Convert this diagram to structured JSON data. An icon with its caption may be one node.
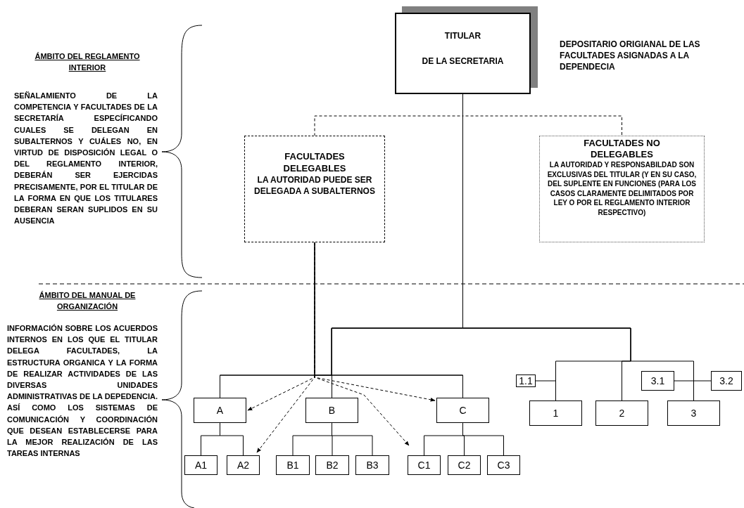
{
  "diagram": {
    "nodes": [
      {
        "text": [
          "TITULAR",
          "DE LA SECRETARIA"
        ],
        "beside": [
          "DEPOSITARIO ORIGIANAL DE LAS FACULTADES ASIGNADAS A LA DEPENDECIA"
        ]
      },
      {
        "text": [
          "FACULTADES DELEGABLES",
          "LA AUTORIDAD PUEDE SER DELEGADA A SUBALTERNOS"
        ]
      },
      {
        "text": [
          "FACULTADES NO DELEGABLES",
          "LA AUTORIDAD Y RESPONSABILDAD SON EXCLUSIVAS DEL TITULAR (Y EN SU CASO, DEL SUPLENTE EN FUNCIONES (PARA LOS CASOS CLARAMENTE DELIMITADOS POR LEY O POR EL REGLAMENTO INTERIOR RESPECTIVO)"
        ]
      },
      {
        "text": [
          "A"
        ]
      },
      {
        "text": [
          "B"
        ]
      },
      {
        "text": [
          "C"
        ]
      },
      {
        "text": [
          "1.1"
        ]
      },
      {
        "text": [
          "3.1"
        ]
      },
      {
        "text": [
          "3.2"
        ]
      },
      {
        "text": [
          "1"
        ]
      },
      {
        "text": [
          "2"
        ]
      },
      {
        "text": [
          "3"
        ]
      },
      {
        "text": [
          "A1"
        ]
      },
      {
        "text": [
          "A2"
        ]
      },
      {
        "text": [
          "B1"
        ]
      },
      {
        "text": [
          "B2"
        ]
      },
      {
        "text": [
          "B3"
        ]
      },
      {
        "text": [
          "C1"
        ]
      },
      {
        "text": [
          "C2"
        ]
      },
      {
        "text": [
          "C3"
        ]
      }
    ],
    "edges": [
      {
        "from": 0,
        "to": 1,
        "arrow": "none",
        "style": "dashed"
      },
      {
        "from": 0,
        "to": 2,
        "arrow": "none",
        "style": "dashed"
      },
      {
        "from": 0,
        "to": 3,
        "arrow": "none"
      },
      {
        "from": 0,
        "to": 4,
        "arrow": "none"
      },
      {
        "from": 0,
        "to": 5,
        "arrow": "none"
      },
      {
        "from": 0,
        "to": 9,
        "arrow": "none"
      },
      {
        "from": 0,
        "to": 10,
        "arrow": "none"
      },
      {
        "from": 0,
        "to": 11,
        "arrow": "none"
      },
      {
        "from": 1,
        "to": 3,
        "arrow": "none"
      },
      {
        "from": 1,
        "to": 4,
        "arrow": "none"
      },
      {
        "from": 1,
        "to": 5,
        "arrow": "none"
      },
      {
        "from": 1,
        "to": 3,
        "arrow": "to",
        "style": "dashed"
      },
      {
        "from": 1,
        "to": 13,
        "arrow": "to",
        "style": "dashed"
      },
      {
        "from": 1,
        "to": 5,
        "arrow": "to",
        "style": "dashed"
      },
      {
        "from": 1,
        "to": 17,
        "arrow": "to",
        "style": "dashed"
      },
      {
        "from": 3,
        "to": 12,
        "arrow": "none"
      },
      {
        "from": 3,
        "to": 13,
        "arrow": "none"
      },
      {
        "from": 4,
        "to": 14,
        "arrow": "none"
      },
      {
        "from": 4,
        "to": 15,
        "arrow": "none"
      },
      {
        "from": 4,
        "to": 16,
        "arrow": "none"
      },
      {
        "from": 5,
        "to": 17,
        "arrow": "none"
      },
      {
        "from": 5,
        "to": 18,
        "arrow": "none"
      },
      {
        "from": 5,
        "to": 19,
        "arrow": "none"
      },
      {
        "from": 6,
        "to": 9,
        "arrow": "none"
      },
      {
        "from": 7,
        "to": 11,
        "arrow": "none"
      },
      {
        "from": 8,
        "to": 11,
        "arrow": "none"
      }
    ],
    "labels": [
      "ÁMBITO DEL REGLAMENTO INTERIOR",
      "SEÑALAMIENTO DE LA COMPETENCIA Y FACULTADES DE LA SECRETARÍA ESPECÍFICANDO CUALES SE DELEGAN EN SUBALTERNOS Y CUÁLES NO, EN VIRTUD DE DISPOSICIÓN LEGAL O DEL REGLAMENTO INTERIOR, DEBERÁN SER EJERCIDAS PRECISAMENTE, POR EL TITULAR DE LA FORMA EN QUE LOS TITULARES DEBERAN SERAN SUPLIDOS EN SU AUSENCIA",
      "ÁMBITO DEL MANUAL DE ORGANIZACIÓN",
      "INFORMACIÓN SOBRE LOS ACUERDOS INTERNOS EN LOS QUE EL TITULAR DELEGA FACULTADES, LA ESTRUCTURA ORGANICA Y LA FORMA DE REALIZAR ACTIVIDADES DE LAS DIVERSAS UNIDADES ADMINISTRATIVAS DE LA DEPEDENCIA. ASÍ COMO LOS SISTEMAS DE COMUNICACIÓN Y COORDINACIÓN QUE DESEAN ESTABLECERSE PARA LA MEJOR REALIZACIÓN DE LAS TAREAS INTERNAS"
    ]
  }
}
